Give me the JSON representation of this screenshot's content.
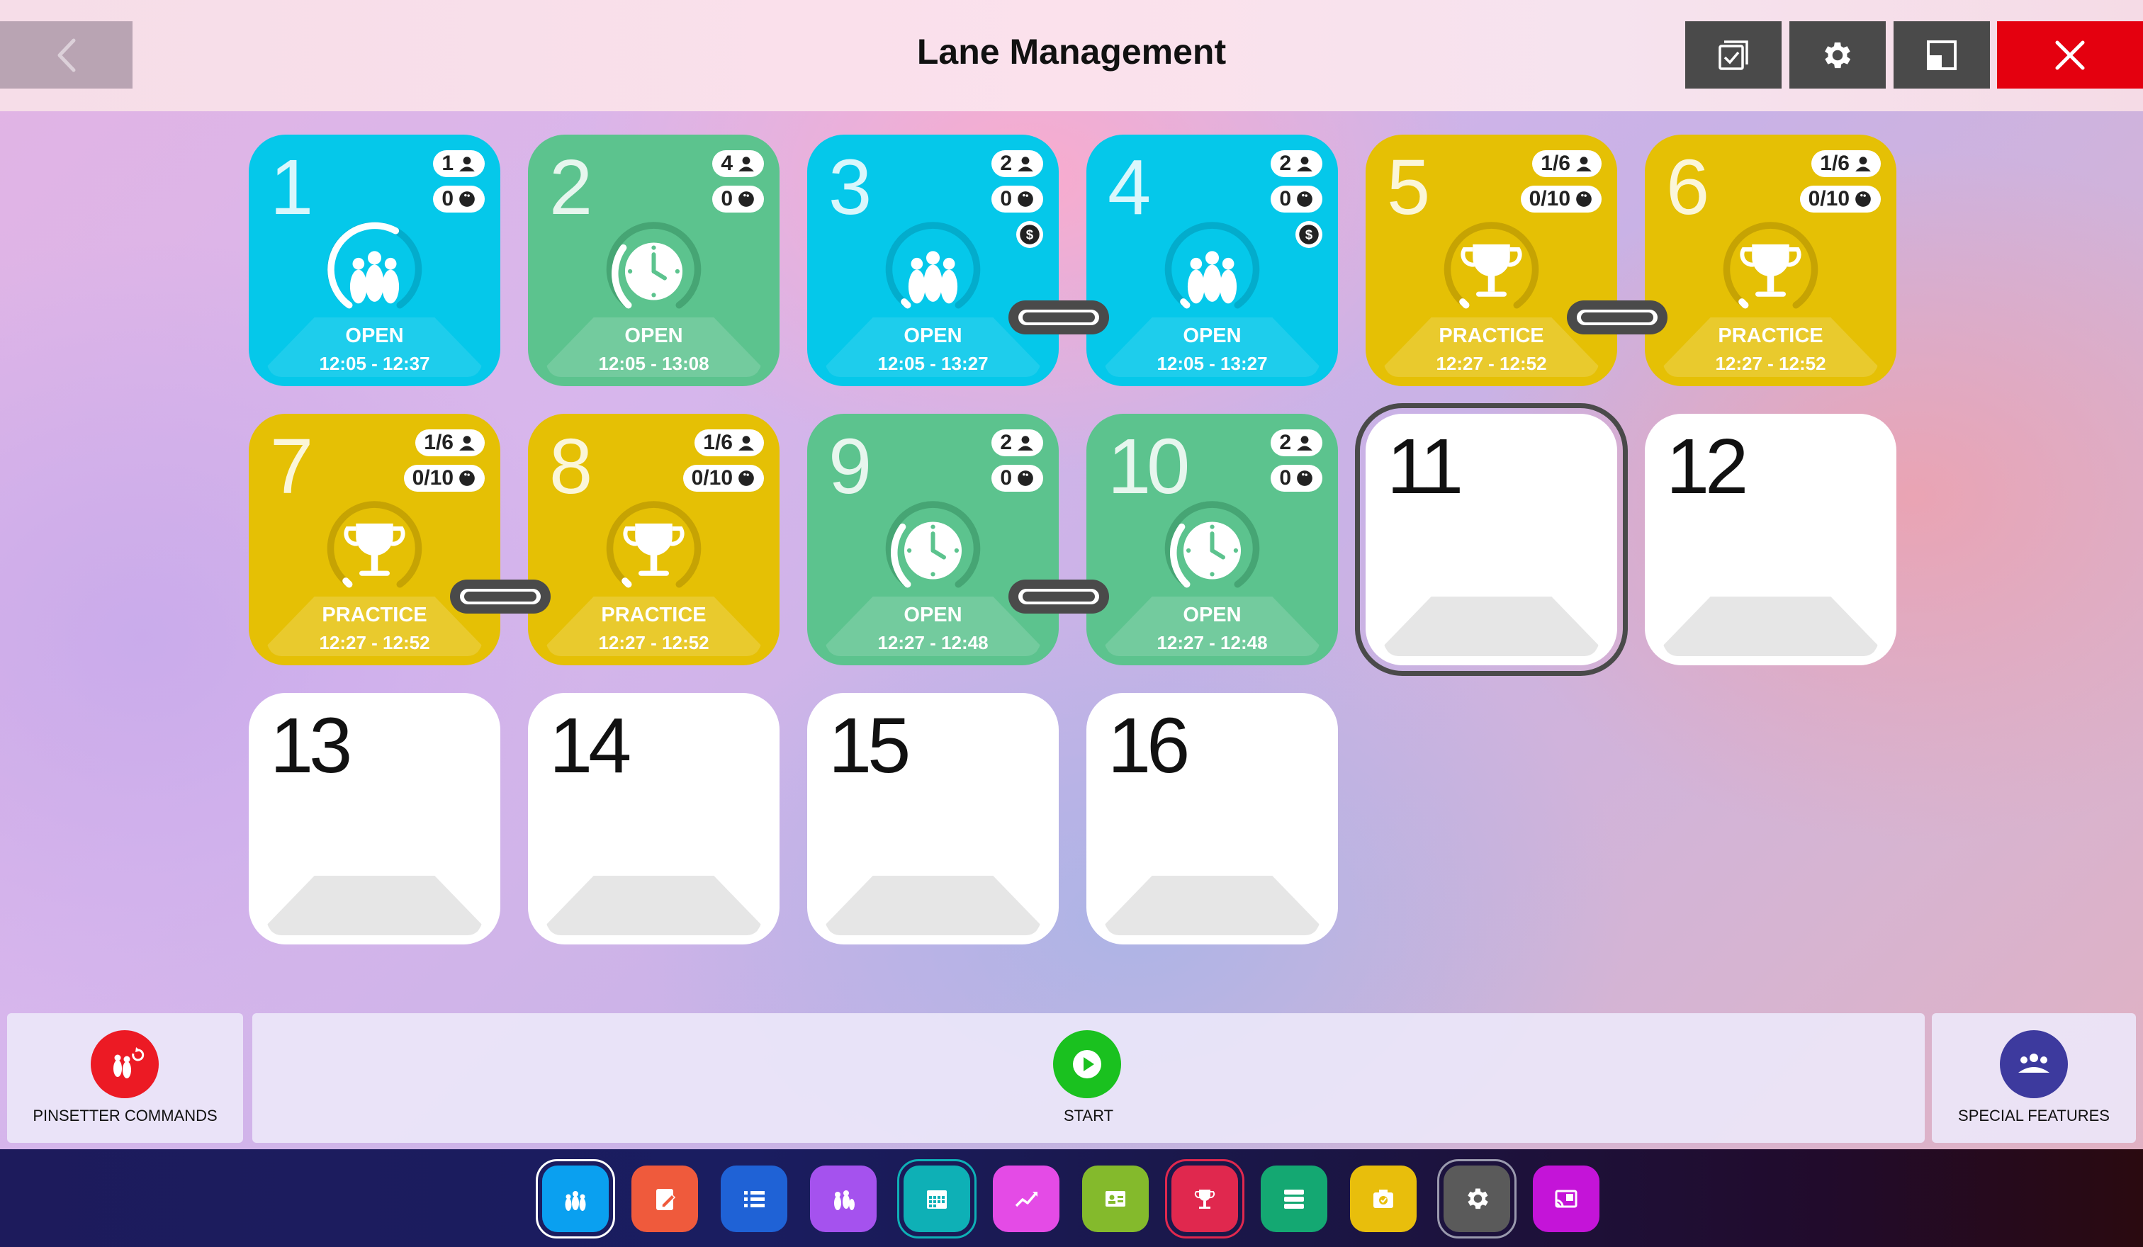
{
  "header": {
    "title": "Lane Management",
    "back_icon": "chevron-left-icon",
    "actions": [
      {
        "name": "select-lanes",
        "icon": "checklist-icon"
      },
      {
        "name": "settings",
        "icon": "gear-icon"
      },
      {
        "name": "window-mode",
        "icon": "window-resize-icon"
      },
      {
        "name": "close",
        "icon": "close-icon"
      }
    ]
  },
  "lanes": [
    {
      "number": "1",
      "color": "#05c8ea",
      "players": "1",
      "games": "0",
      "status": "OPEN",
      "time": "12:05 - 12:37",
      "icon": "pins-icon",
      "dollar": false
    },
    {
      "number": "2",
      "color": "#5cc38e",
      "players": "4",
      "games": "0",
      "status": "OPEN",
      "time": "12:05 - 13:08",
      "icon": "clock-icon",
      "dollar": false
    },
    {
      "number": "3",
      "color": "#05c8ea",
      "players": "2",
      "games": "0",
      "status": "OPEN",
      "time": "12:05 - 13:27",
      "icon": "pins-icon",
      "dollar": true
    },
    {
      "number": "4",
      "color": "#05c8ea",
      "players": "2",
      "games": "0",
      "status": "OPEN",
      "time": "12:05 - 13:27",
      "icon": "pins-icon",
      "dollar": true
    },
    {
      "number": "5",
      "color": "#e5c005",
      "players": "1/6",
      "games": "0/10",
      "status": "PRACTICE",
      "time": "12:27 - 12:52",
      "icon": "trophy-icon",
      "dollar": false
    },
    {
      "number": "6",
      "color": "#e5c005",
      "players": "1/6",
      "games": "0/10",
      "status": "PRACTICE",
      "time": "12:27 - 12:52",
      "icon": "trophy-icon",
      "dollar": false
    },
    {
      "number": "7",
      "color": "#e5c005",
      "players": "1/6",
      "games": "0/10",
      "status": "PRACTICE",
      "time": "12:27 - 12:52",
      "icon": "trophy-icon",
      "dollar": false
    },
    {
      "number": "8",
      "color": "#e5c005",
      "players": "1/6",
      "games": "0/10",
      "status": "PRACTICE",
      "time": "12:27 - 12:52",
      "icon": "trophy-icon",
      "dollar": false
    },
    {
      "number": "9",
      "color": "#5cc38e",
      "players": "2",
      "games": "0",
      "status": "OPEN",
      "time": "12:27 - 12:48",
      "icon": "clock-icon",
      "dollar": false
    },
    {
      "number": "10",
      "color": "#5cc38e",
      "players": "2",
      "games": "0",
      "status": "OPEN",
      "time": "12:27 - 12:48",
      "icon": "clock-icon",
      "dollar": false
    },
    {
      "number": "11",
      "color": "#ffffff",
      "selected": true
    },
    {
      "number": "12",
      "color": "#ffffff"
    },
    {
      "number": "13",
      "color": "#ffffff"
    },
    {
      "number": "14",
      "color": "#ffffff"
    },
    {
      "number": "15",
      "color": "#ffffff"
    },
    {
      "number": "16",
      "color": "#ffffff"
    }
  ],
  "linked_pairs": [
    [
      "3",
      "4"
    ],
    [
      "5",
      "6"
    ],
    [
      "7",
      "8"
    ],
    [
      "9",
      "10"
    ]
  ],
  "bottom": {
    "pinsetter_label": "PINSETTER COMMANDS",
    "start_label": "START",
    "special_label": "SPECIAL FEATURES"
  },
  "dock": [
    {
      "name": "lanes",
      "icon": "pins-icon",
      "color": "#0aa0f0",
      "active": true
    },
    {
      "name": "notes",
      "icon": "pencil-icon",
      "color": "#ef5a3c"
    },
    {
      "name": "list",
      "icon": "list-icon",
      "color": "#1f62d6"
    },
    {
      "name": "players",
      "icon": "pins-group-icon",
      "color": "#a552ee"
    },
    {
      "name": "calendar",
      "icon": "calendar-icon",
      "color": "#0eb0b6"
    },
    {
      "name": "statistics",
      "icon": "chart-icon",
      "color": "#e44be6"
    },
    {
      "name": "card",
      "icon": "id-card-icon",
      "color": "#84ba2c"
    },
    {
      "name": "tournament",
      "icon": "trophy-icon",
      "color": "#e0284e"
    },
    {
      "name": "server",
      "icon": "server-icon",
      "color": "#14a872"
    },
    {
      "name": "camera",
      "icon": "camera-icon",
      "color": "#e8be0c"
    },
    {
      "name": "settings",
      "icon": "gear-icon",
      "color": "#5a5a5a"
    },
    {
      "name": "cast",
      "icon": "cast-icon",
      "color": "#c414d8"
    }
  ]
}
